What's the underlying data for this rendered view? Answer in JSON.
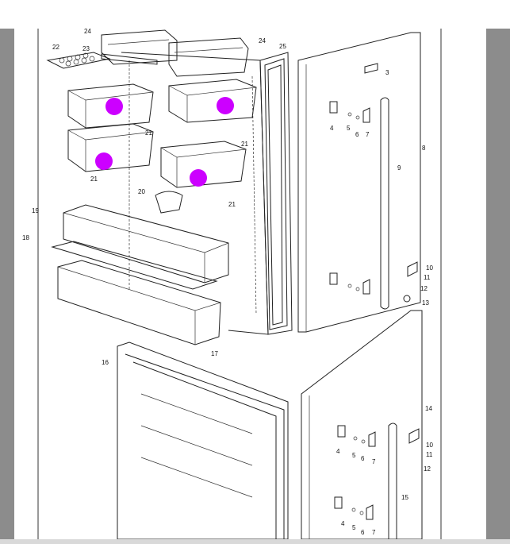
{
  "diagram": {
    "part_labels": [
      "24",
      "23",
      "22",
      "24",
      "25",
      "3",
      "21",
      "21",
      "21",
      "21",
      "8",
      "9",
      "20",
      "19",
      "18",
      "4",
      "5",
      "6",
      "7",
      "10",
      "11",
      "12",
      "13",
      "17",
      "16",
      "14",
      "4",
      "5",
      "6",
      "7",
      "10",
      "11",
      "12",
      "15",
      "4",
      "5",
      "6",
      "7"
    ],
    "marker_color": "#cc00ff",
    "frame_color": "#8c8c8c"
  }
}
